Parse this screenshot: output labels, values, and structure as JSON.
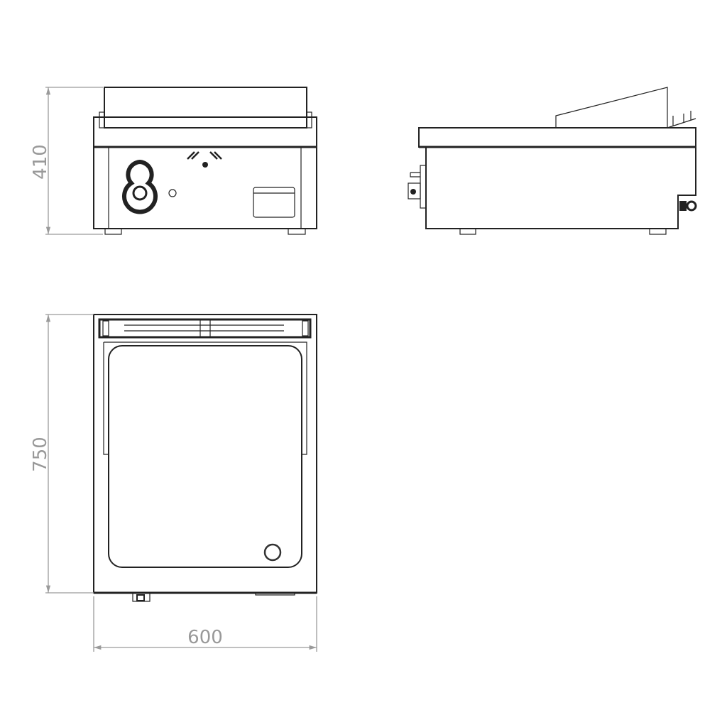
{
  "dimensions": {
    "height": "410",
    "depth": "750",
    "width": "600"
  },
  "colors": {
    "line": "#222222",
    "dimension": "#9a9a9a"
  }
}
